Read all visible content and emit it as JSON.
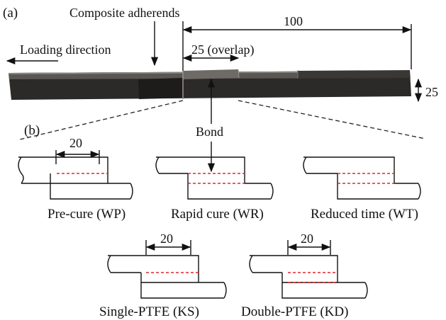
{
  "panel_a": {
    "label": "(a)",
    "adherends_label": "Composite adherends",
    "loading_label": "Loading direction",
    "length_value": "100",
    "overlap_label": "25 (overlap)",
    "width_value": "25"
  },
  "panel_b": {
    "label": "(b)",
    "bond_label": "Bond",
    "configurations": [
      {
        "caption": "Pre-cure (WP)",
        "dimension": "20"
      },
      {
        "caption": "Rapid cure (WR)"
      },
      {
        "caption": "Reduced time (WT)"
      },
      {
        "caption": "Single-PTFE (KS)",
        "dimension": "20"
      },
      {
        "caption": "Double-PTFE (KD)",
        "dimension": "20"
      }
    ]
  },
  "colors": {
    "bond_line": "#e0262b",
    "specimen_dark": "#2b2a28",
    "specimen_face": "#4a4744"
  }
}
